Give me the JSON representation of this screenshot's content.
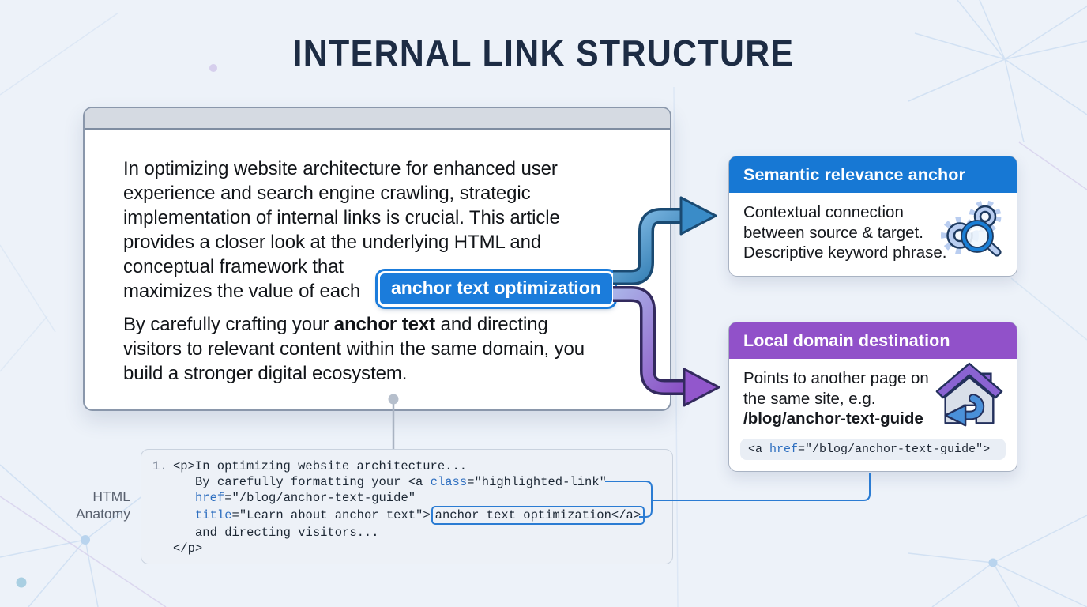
{
  "title": "INTERNAL LINK STRUCTURE",
  "colors": {
    "accent-blue": "#1778d4",
    "accent-purple": "#9151c9",
    "chip-blue": "#1b7cdb",
    "title-ink": "#1d2c44",
    "code-kw": "#2e6fc0",
    "bg": "#edf2f9"
  },
  "browser_card": {
    "paragraph1_lines": [
      "In optimizing website architecture for enhanced user",
      "experience and search engine crawling, strategic",
      "implementation of internal links is crucial. This article",
      "provides a closer look at the underlying HTML and",
      "conceptual framework that",
      "maximizes the value of each"
    ],
    "anchor_chip_label": "anchor text optimization",
    "paragraph2": {
      "line1_pre": "By carefully crafting your ",
      "line1_bold": "anchor text",
      "line1_post": " and directing",
      "line2": "visitors to relevant content within the same domain, you",
      "line3": "build a stronger digital ecosystem."
    }
  },
  "callouts": {
    "semantic": {
      "title": "Semantic relevance anchor",
      "lines": [
        "Contextual connection",
        "between source & target.",
        "Descriptive keyword phrase."
      ],
      "icon": "gears-magnifier-icon"
    },
    "local": {
      "title": "Local domain destination",
      "line1": "Points to another page on",
      "line2": "the same site, e.g.",
      "path": "/blog/anchor-text-guide",
      "icon": "home-return-icon",
      "code_pre": "<a ",
      "code_keyword": "href",
      "code_post": "=\"/blog/anchor-text-guide\">"
    }
  },
  "code_panel": {
    "side_label_line1": "HTML",
    "side_label_line2": "Anatomy",
    "line_number": "1.",
    "line1": "<p>In optimizing website architecture...",
    "line2_pre": "By carefully formatting your <a ",
    "line2_keyword": "class",
    "line2_post": "=\"highlighted-link\"",
    "line3_keyword": "href",
    "line3_post": "=\"/blog/anchor-text-guide\"",
    "line4_keyword": "title",
    "line4_post": "=\"Learn about anchor text\">",
    "line4_boxed": "anchor text optimization</a>",
    "line5": "and directing visitors...",
    "line6": "</p>"
  }
}
